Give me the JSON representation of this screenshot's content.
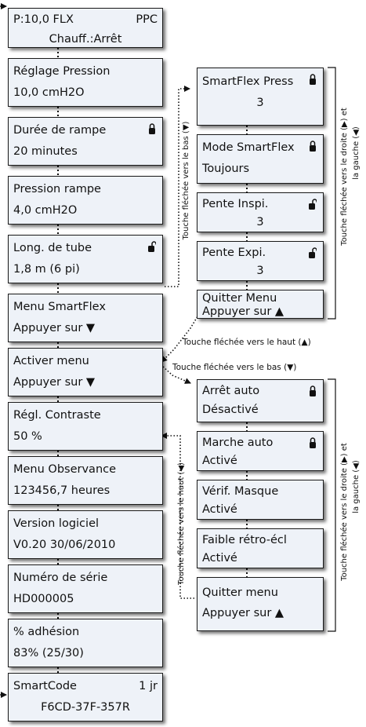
{
  "screens_main": [
    {
      "line1a": "P:10,0  FLX",
      "line1b": "PPC",
      "line2": "Chauff.:Arrêt"
    },
    {
      "line1": "Réglage Pression",
      "line2": "10,0 cmH2O"
    },
    {
      "line1": "Durée de rampe",
      "line2": "20 minutes",
      "icon": "lock-closed-icon"
    },
    {
      "line1": "Pression rampe",
      "line2": " 4,0 cmH2O"
    },
    {
      "line1": "Long. de tube",
      "line2": "1,8 m (6 pi)",
      "icon": "lock-open-icon"
    },
    {
      "line1": "Menu SmartFlex",
      "line2": "Appuyer sur ▼"
    },
    {
      "line1": "Activer menu",
      "line2": "Appuyer sur ▼"
    },
    {
      "line1": "Régl. Contraste",
      "line2": " 50 %"
    },
    {
      "line1": "Menu Observance",
      "line2": "123456,7 heures"
    },
    {
      "line1": "Version logiciel",
      "line2": "V0.20 30/06/2010"
    },
    {
      "line1": "Numéro de série",
      "line2": "HD000005"
    },
    {
      "line1": "% adhésion",
      "line2": " 83% (25/30)"
    },
    {
      "line1a": "SmartCode",
      "line1b": "1 jr",
      "line2": "F6CD-37F-357R"
    }
  ],
  "screens_smartflex": [
    {
      "line1": "SmartFlex Press",
      "line2": "3",
      "icon": "lock-closed-icon"
    },
    {
      "line1": "Mode SmartFlex",
      "line2": "Toujours",
      "icon": "lock-closed-icon"
    },
    {
      "line1": "Pente Inspi.",
      "line2": "3",
      "icon": "lock-open-icon"
    },
    {
      "line1": "Pente Expi.",
      "line2": "3",
      "icon": "lock-open-icon"
    },
    {
      "line1": "Quitter Menu",
      "line2": "Appuyer sur ▲"
    }
  ],
  "screens_activer": [
    {
      "line1": "Arrêt auto",
      "line2": "Désactivé",
      "icon": "lock-closed-icon"
    },
    {
      "line1": "Marche auto",
      "line2": "Activé",
      "icon": "lock-closed-icon"
    },
    {
      "line1": "Vérif. Masque",
      "line2": "Activé"
    },
    {
      "line1": "Faible rétro-écl",
      "line2": "Activé"
    },
    {
      "line1": "Quitter menu",
      "line2": "Appuyer sur ▲"
    }
  ],
  "labels": {
    "down_vertical": "Touche fléchée vers le bas (▼)",
    "right_left_1": "Touche fléchée vers le droite (▶) et",
    "right_left_2": "la gauche (◀)",
    "up_horizontal": "Touche fléchée vers le haut (▲)",
    "down_horizontal": "Touche fléchée vers le bas (▼)",
    "up_vertical": "Touche fléchée vers le haut (◀)"
  }
}
